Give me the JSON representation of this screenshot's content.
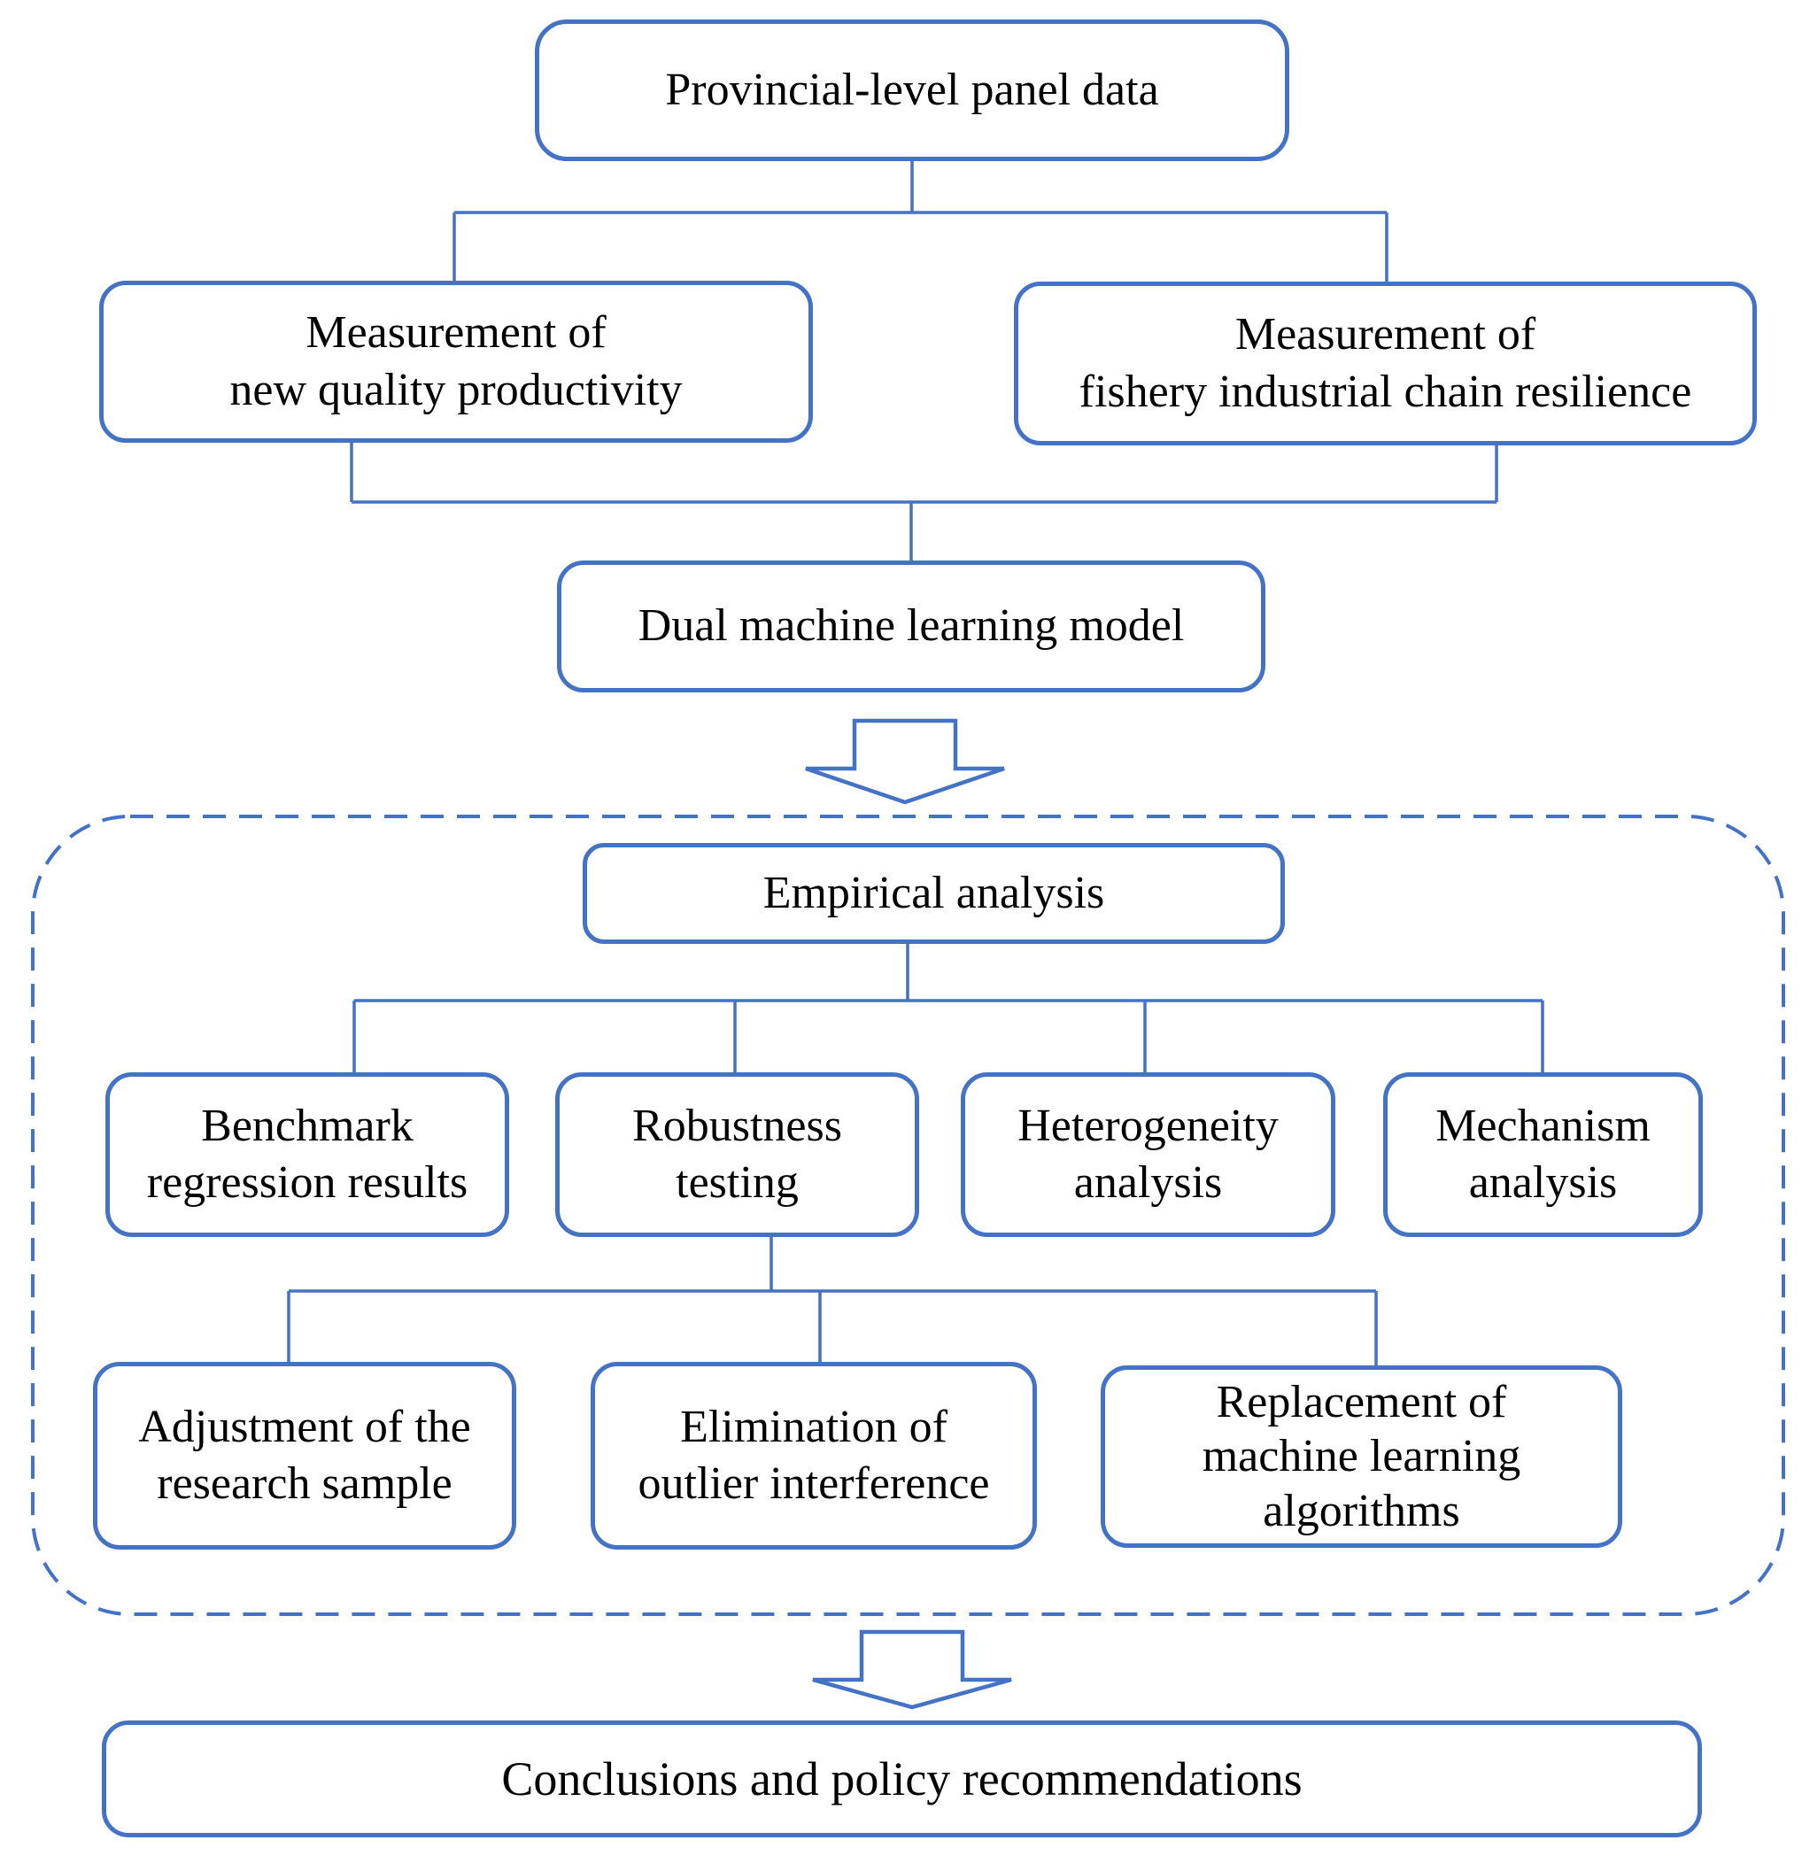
{
  "figure": {
    "kind": "flowchart",
    "background": "#FFFFFF",
    "accent_color": "#4472C4",
    "text_color": "#000000",
    "nodes": {
      "panel_data": "Provincial-level panel data",
      "measure_productivity": "Measurement of\nnew quality productivity",
      "measure_resilience": "Measurement of\nfishery industrial chain resilience",
      "dual_ml": "Dual machine learning model",
      "empirical": "Empirical analysis",
      "benchmark": "Benchmark\nregression results",
      "robustness": "Robustness\ntesting",
      "heterogeneity": "Heterogeneity\nanalysis",
      "mechanism": "Mechanism\nanalysis",
      "adjustment": "Adjustment of the\nresearch sample",
      "elimination": "Elimination of\noutlier interference",
      "replacement": "Replacement of\nmachine learning\nalgorithms",
      "conclusions": "Conclusions and policy recommendations"
    },
    "edges": [
      {
        "from": "panel_data",
        "to": "measure_productivity",
        "style": "elbow-line"
      },
      {
        "from": "panel_data",
        "to": "measure_resilience",
        "style": "elbow-line"
      },
      {
        "from": "measure_productivity",
        "to": "dual_ml",
        "style": "elbow-line"
      },
      {
        "from": "measure_resilience",
        "to": "dual_ml",
        "style": "elbow-line"
      },
      {
        "from": "dual_ml",
        "to": "empirical",
        "style": "block-arrow-down"
      },
      {
        "from": "empirical",
        "to": "benchmark",
        "style": "elbow-line"
      },
      {
        "from": "empirical",
        "to": "robustness",
        "style": "elbow-line"
      },
      {
        "from": "empirical",
        "to": "heterogeneity",
        "style": "elbow-line"
      },
      {
        "from": "empirical",
        "to": "mechanism",
        "style": "elbow-line"
      },
      {
        "from": "robustness",
        "to": "adjustment",
        "style": "elbow-line"
      },
      {
        "from": "robustness",
        "to": "elimination",
        "style": "elbow-line"
      },
      {
        "from": "robustness",
        "to": "replacement",
        "style": "elbow-line"
      },
      {
        "from": "empirical_group",
        "to": "conclusions",
        "style": "block-arrow-down"
      }
    ],
    "groups": [
      {
        "id": "empirical_group",
        "style": "dashed-rounded-rectangle",
        "contains": [
          "empirical",
          "benchmark",
          "robustness",
          "heterogeneity",
          "mechanism",
          "adjustment",
          "elimination",
          "replacement"
        ]
      }
    ]
  }
}
